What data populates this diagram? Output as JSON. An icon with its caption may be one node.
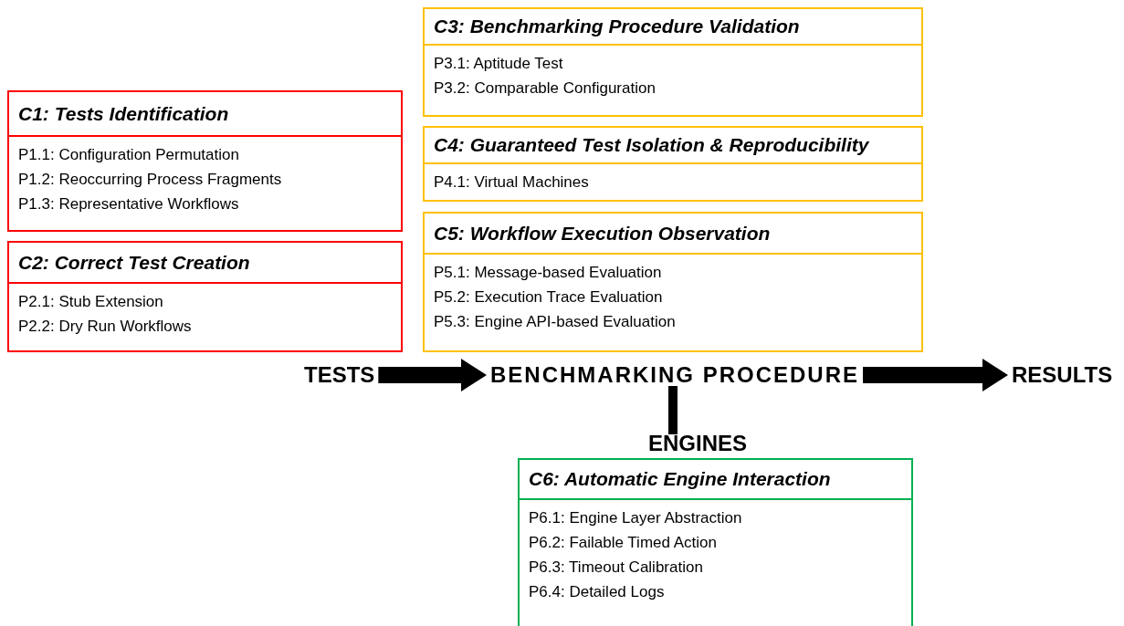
{
  "diagram": {
    "nodes": [
      {
        "text": [
          "C1: Tests Identification",
          "P1.1: Configuration Permutation",
          "P1.2: Reoccurring Process Fragments",
          "P1.3: Representative Workflows"
        ]
      },
      {
        "text": [
          "C2: Correct Test Creation",
          "P2.1: Stub Extension",
          "P2.2: Dry Run Workflows"
        ]
      },
      {
        "text": [
          "C3: Benchmarking Procedure Validation",
          "P3.1: Aptitude Test",
          "P3.2: Comparable Configuration"
        ]
      },
      {
        "text": [
          "C4: Guaranteed Test Isolation & Reproducibility",
          "P4.1: Virtual Machines"
        ]
      },
      {
        "text": [
          "C5: Workflow Execution Observation",
          "P5.1: Message-based Evaluation",
          "P5.2: Execution Trace Evaluation",
          "P5.3: Engine API-based Evaluation"
        ]
      },
      {
        "text": [
          "TESTS"
        ]
      },
      {
        "text": [
          "BENCHMARKING PROCEDURE"
        ]
      },
      {
        "text": [
          "RESULTS"
        ]
      },
      {
        "text": [
          "ENGINES"
        ]
      },
      {
        "text": [
          "C6: Automatic Engine Interaction",
          "P6.1: Engine Layer Abstraction",
          "P6.2: Failable Timed Action",
          "P6.3: Timeout Calibration",
          "P6.4: Detailed Logs"
        ]
      }
    ],
    "edges": [
      {
        "from": 5,
        "to": 6,
        "arrow": "to"
      },
      {
        "from": 6,
        "to": 7,
        "arrow": "to"
      },
      {
        "from": 8,
        "to": 6,
        "arrow": "none"
      }
    ]
  }
}
